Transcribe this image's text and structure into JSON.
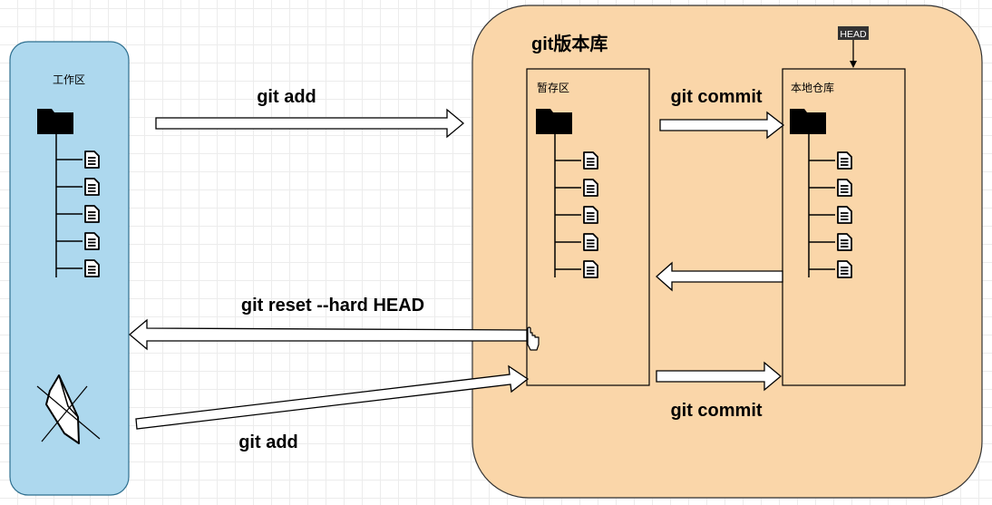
{
  "diagram": {
    "working_area": {
      "label": "工作区",
      "fill": "#ADD8EE",
      "stroke": "#2E6F8F",
      "file_count": 5,
      "deleted_file_icon": "crossed-out-file-icon"
    },
    "repository": {
      "title": "git版本库",
      "fill": "#FAD6A9",
      "stroke": "#333333"
    },
    "staging_area": {
      "label": "暂存区",
      "file_count": 5
    },
    "local_repo": {
      "label": "本地仓库",
      "file_count": 5
    },
    "head_tag": {
      "label": "HEAD",
      "fill": "#333333",
      "text_color": "#ffffff"
    },
    "arrows": {
      "git_add_top": "git add",
      "git_commit_top": "git commit",
      "git_reset": "git reset --hard HEAD",
      "git_add_bottom": "git add",
      "git_commit_bottom": "git commit"
    },
    "icons": {
      "folder": "folder-icon",
      "file": "file-icon",
      "cursor": "hand-cursor-icon"
    }
  }
}
